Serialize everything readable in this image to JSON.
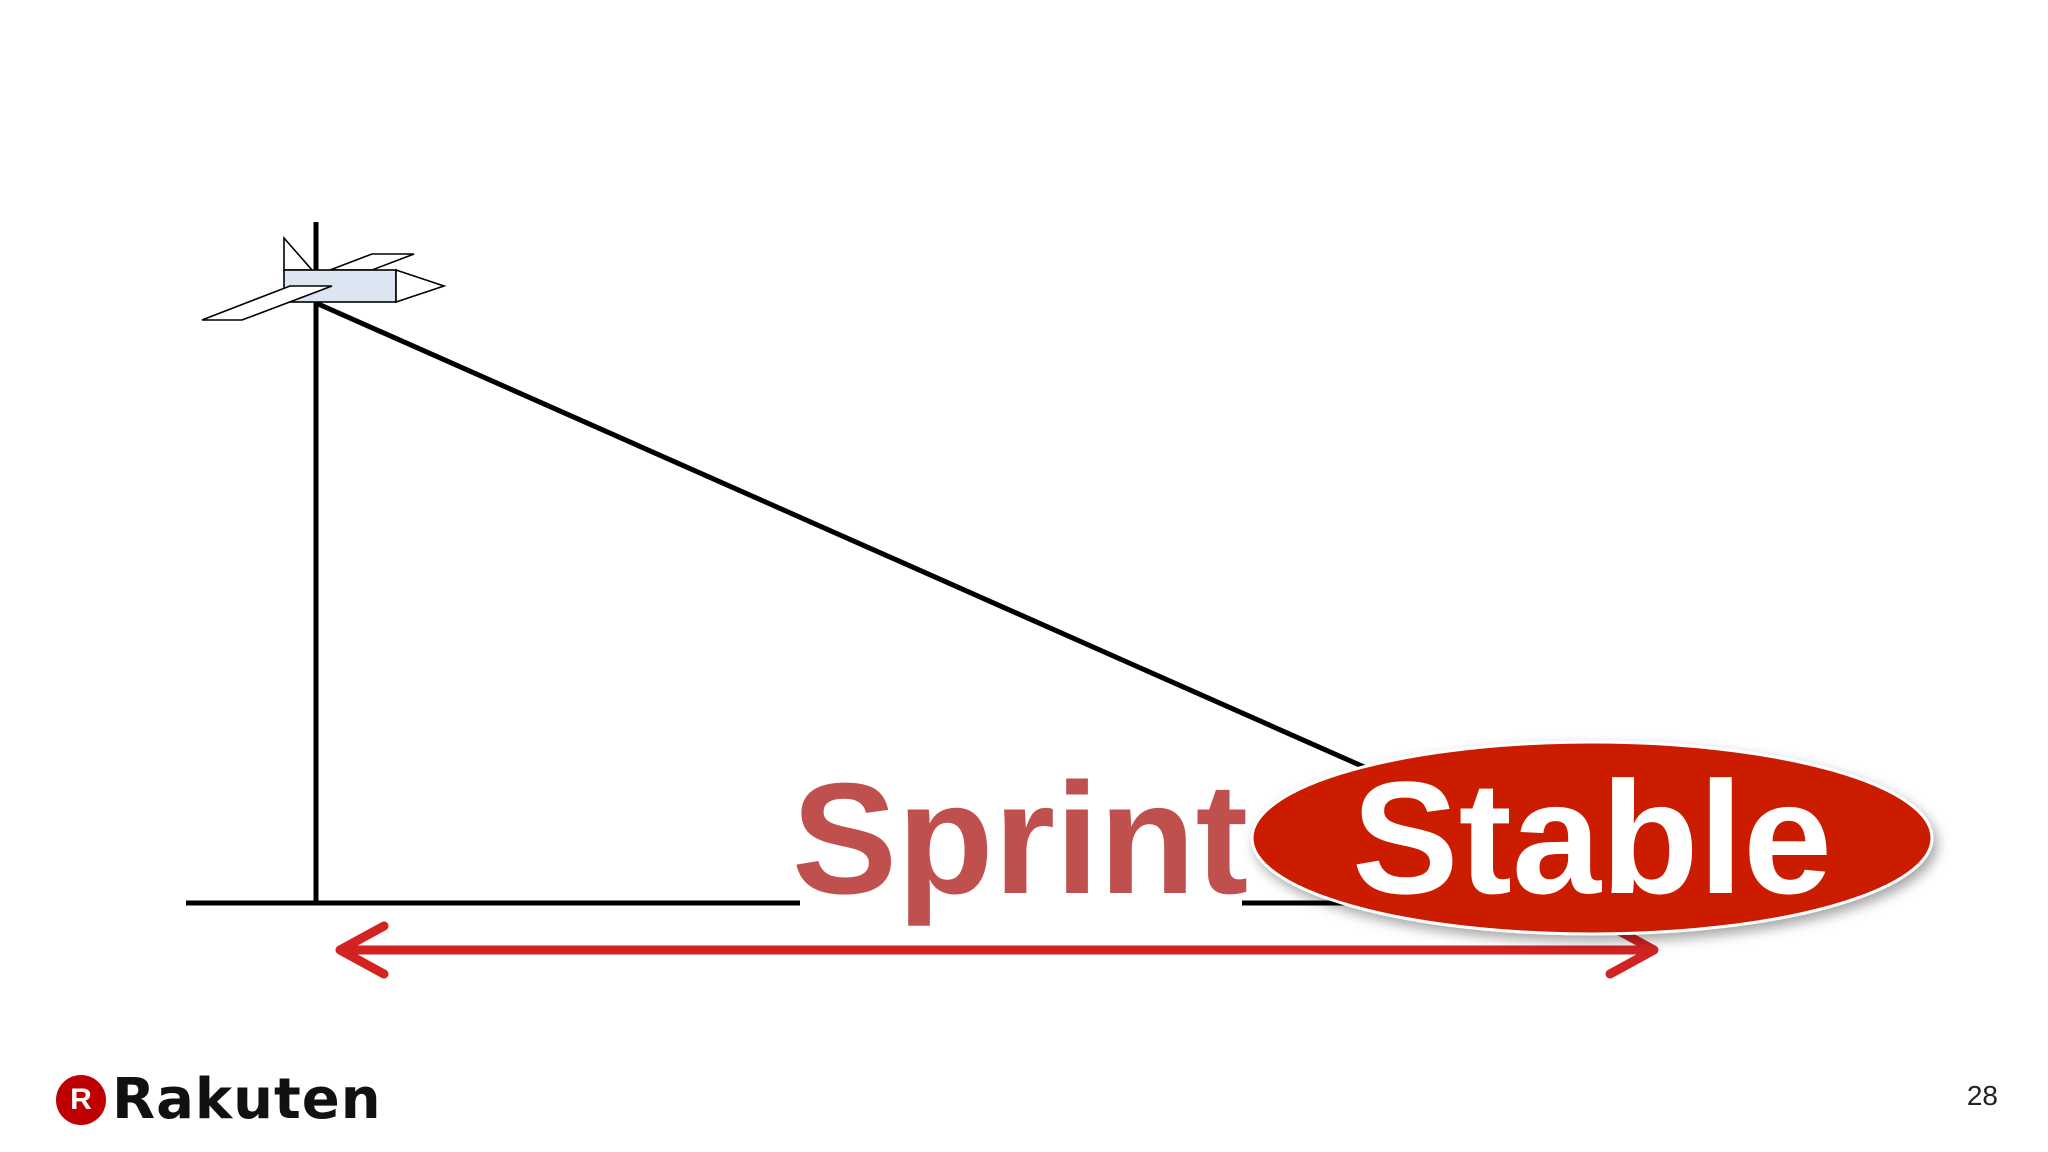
{
  "diagram": {
    "sprint_label": "Sprint",
    "stable_label": "Stable",
    "colors": {
      "line": "#000000",
      "sprint_text": "#c0504d",
      "stable_ellipse": "#cc1a00",
      "stable_text": "#ffffff",
      "arrow": "#d22222",
      "plane_fill": "#dce6f2"
    },
    "icons": [
      "plane-icon",
      "double-arrow-icon"
    ]
  },
  "footer": {
    "logo_mark": "R",
    "logo_text": "Rakuten",
    "page_number": "28"
  }
}
